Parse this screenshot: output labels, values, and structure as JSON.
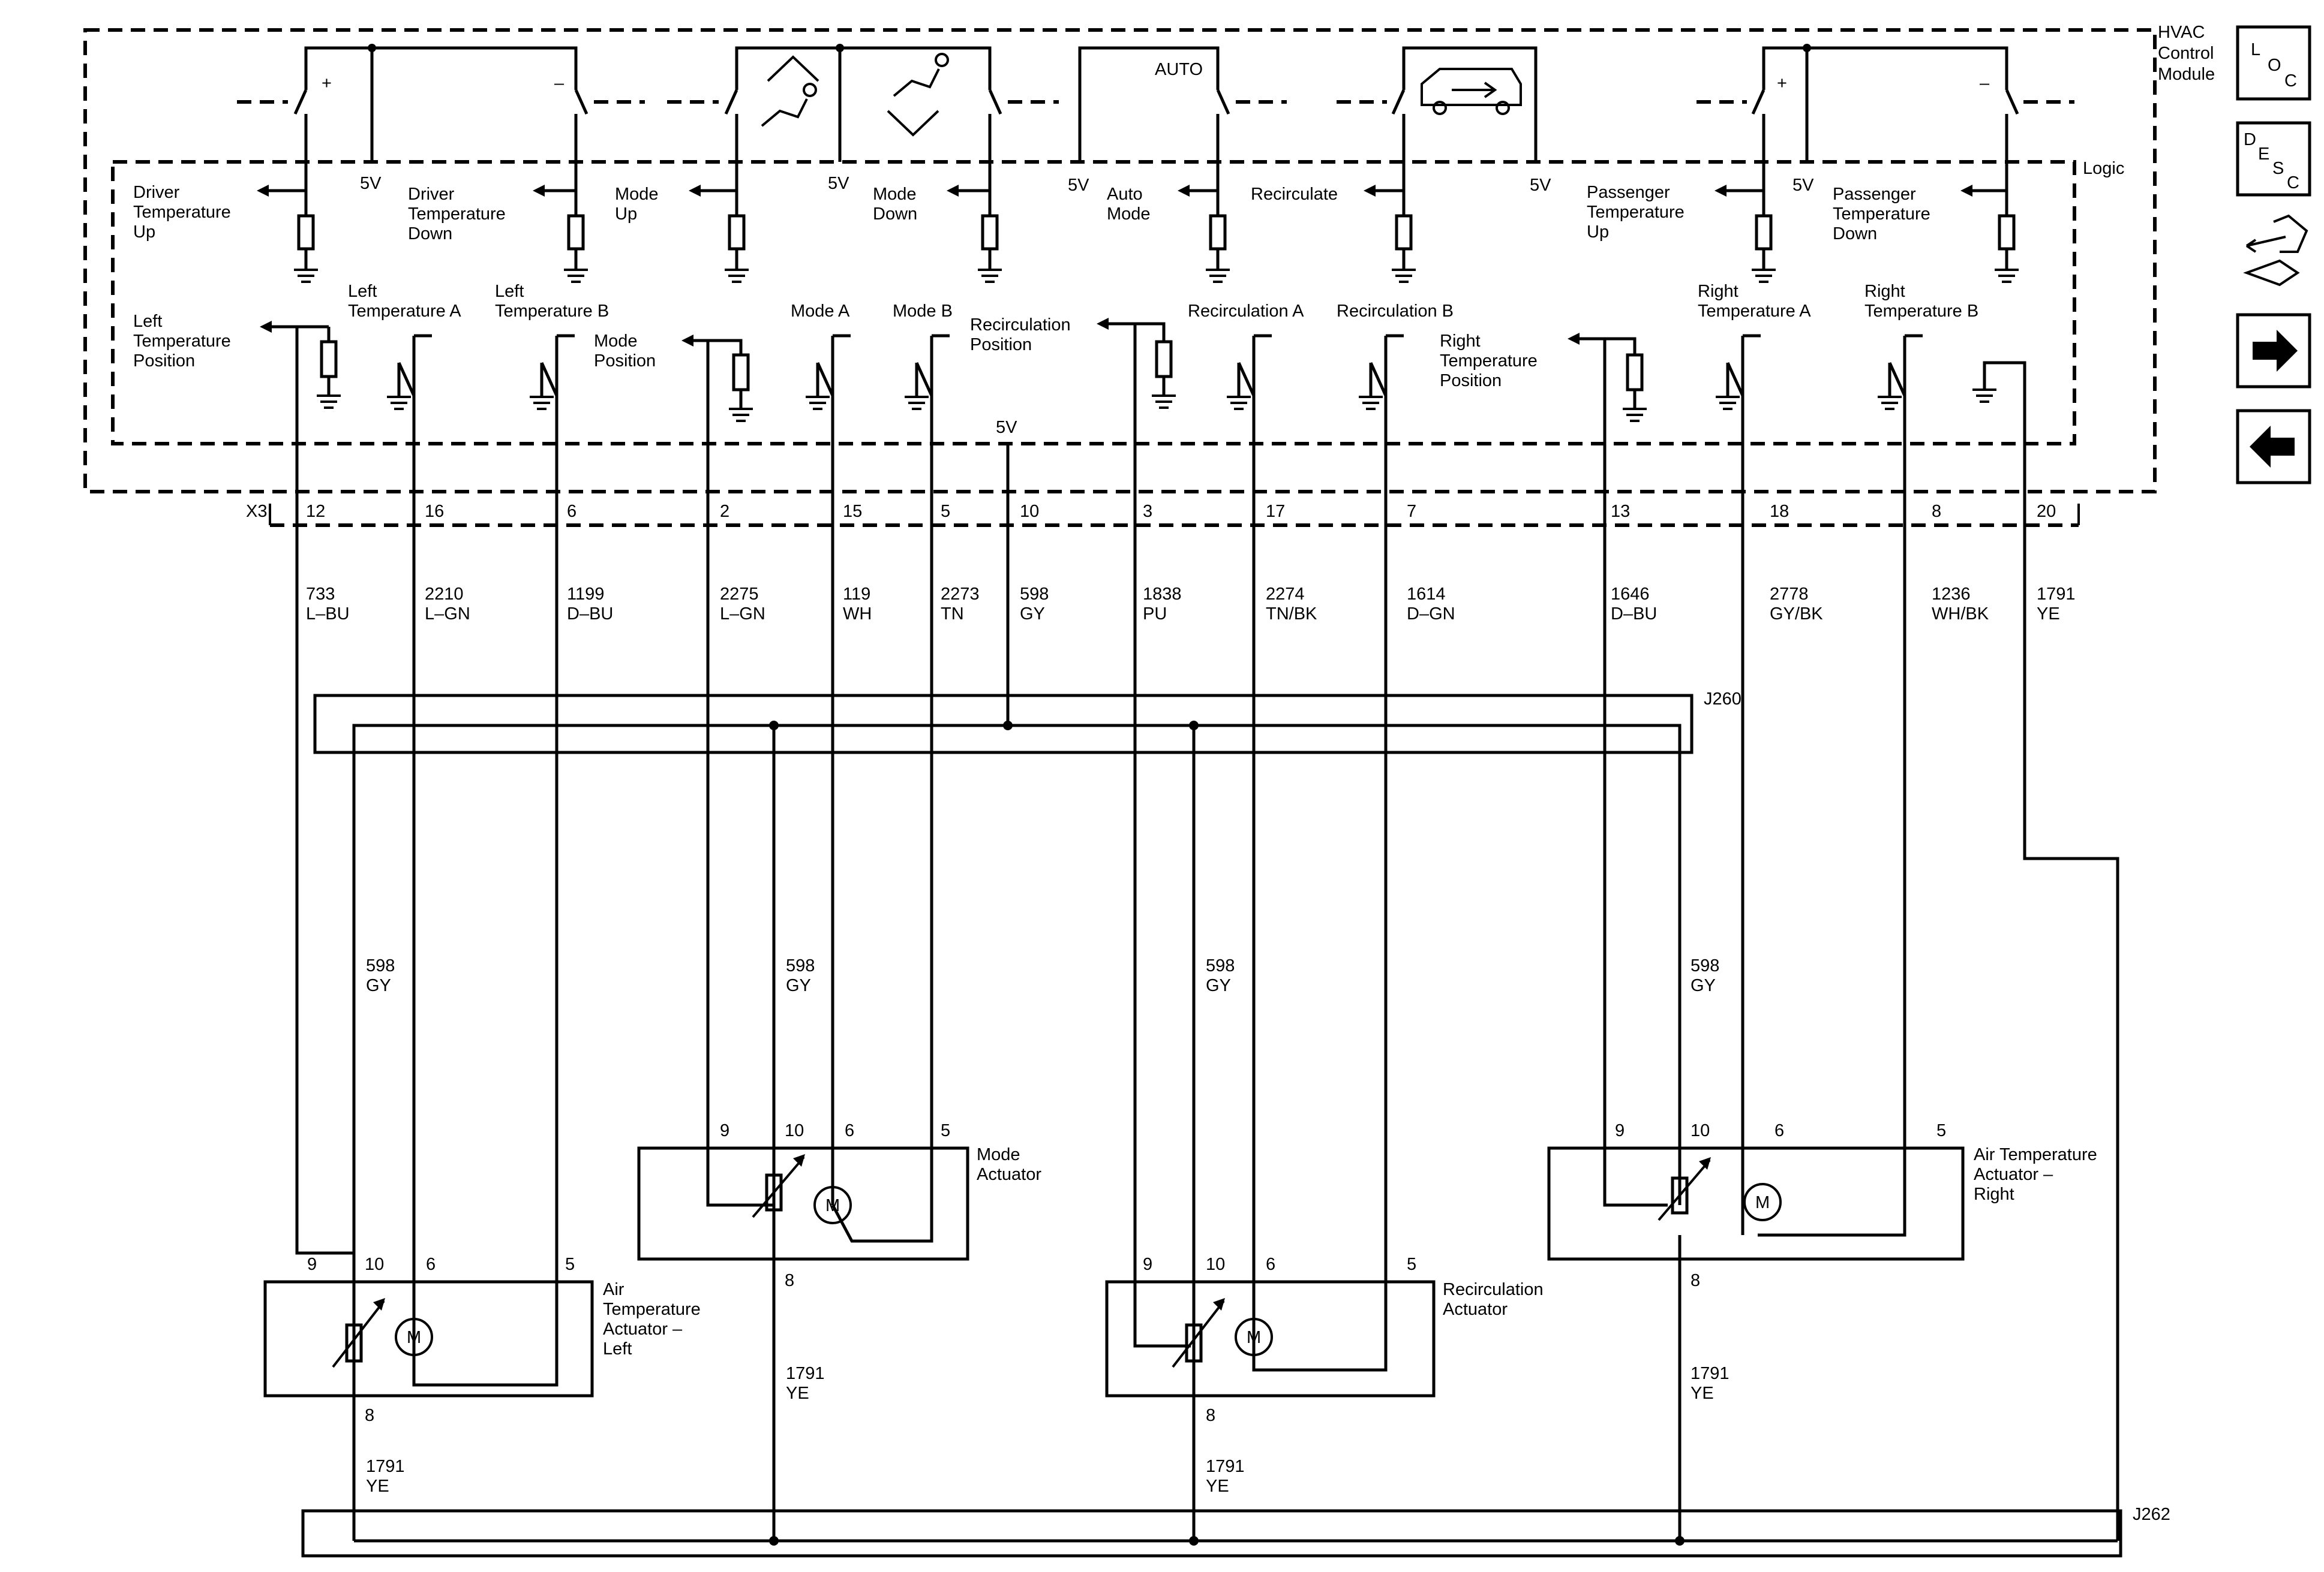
{
  "module": {
    "title": [
      "HVAC",
      "Control",
      "Module"
    ],
    "logic_label": "Logic",
    "connector": "X3",
    "buttons": {
      "plus": "+",
      "minus": "–",
      "auto": "AUTO",
      "five_v": "5V"
    },
    "outputs": [
      {
        "lines": [
          "Driver",
          "Temperature",
          "Up"
        ]
      },
      {
        "lines": [
          "Driver",
          "Temperature",
          "Down"
        ]
      },
      {
        "lines": [
          "Mode",
          "Up"
        ]
      },
      {
        "lines": [
          "Mode",
          "Down"
        ]
      },
      {
        "lines": [
          "Auto",
          "Mode"
        ]
      },
      {
        "lines": [
          "Recirculate"
        ]
      },
      {
        "lines": [
          "Passenger",
          "Temperature",
          "Up"
        ]
      },
      {
        "lines": [
          "Passenger",
          "Temperature",
          "Down"
        ]
      }
    ],
    "inputs": [
      {
        "lines": [
          "Left",
          "Temperature",
          "Position"
        ]
      },
      {
        "lines": [
          "Left",
          "Temperature A"
        ]
      },
      {
        "lines": [
          "Left",
          "Temperature B"
        ]
      },
      {
        "lines": [
          "Mode",
          "Position"
        ]
      },
      {
        "lines": [
          "Mode A"
        ]
      },
      {
        "lines": [
          "Mode B"
        ]
      },
      {
        "lines": [
          "Recirculation",
          "Position"
        ]
      },
      {
        "lines": [
          "Recirculation A"
        ]
      },
      {
        "lines": [
          "Recirculation B"
        ]
      },
      {
        "lines": [
          "Right",
          "Temperature",
          "Position"
        ]
      },
      {
        "lines": [
          "Right",
          "Temperature A"
        ]
      },
      {
        "lines": [
          "Right",
          "Temperature B"
        ]
      }
    ]
  },
  "pins": [
    {
      "pin": "12",
      "circuit": "733",
      "color": "L–BU"
    },
    {
      "pin": "16",
      "circuit": "2210",
      "color": "L–GN"
    },
    {
      "pin": "6",
      "circuit": "1199",
      "color": "D–BU"
    },
    {
      "pin": "2",
      "circuit": "2275",
      "color": "L–GN"
    },
    {
      "pin": "15",
      "circuit": "119",
      "color": "WH"
    },
    {
      "pin": "5",
      "circuit": "2273",
      "color": "TN"
    },
    {
      "pin": "10",
      "circuit": "598",
      "color": "GY"
    },
    {
      "pin": "3",
      "circuit": "1838",
      "color": "PU"
    },
    {
      "pin": "17",
      "circuit": "2274",
      "color": "TN/BK"
    },
    {
      "pin": "7",
      "circuit": "1614",
      "color": "D–GN"
    },
    {
      "pin": "13",
      "circuit": "1646",
      "color": "D–BU"
    },
    {
      "pin": "18",
      "circuit": "2778",
      "color": "GY/BK"
    },
    {
      "pin": "8",
      "circuit": "1236",
      "color": "WH/BK"
    },
    {
      "pin": "20",
      "circuit": "1791",
      "color": "YE"
    }
  ],
  "splices": {
    "top": "J260",
    "bottom": "J262"
  },
  "feed_wire": {
    "circuit": "598",
    "color": "GY"
  },
  "ground_wire": {
    "circuit": "1791",
    "color": "YE"
  },
  "actuator_pins": {
    "p9": "9",
    "p10": "10",
    "p6": "6",
    "p5": "5",
    "p8": "8"
  },
  "motor_label": "M",
  "actuators": [
    {
      "lines": [
        "Air",
        "Temperature",
        "Actuator –",
        "Left"
      ]
    },
    {
      "lines": [
        "Mode",
        "Actuator"
      ]
    },
    {
      "lines": [
        "Recirculation",
        "Actuator"
      ]
    },
    {
      "lines": [
        "Air Temperature",
        "Actuator –",
        "Right"
      ]
    }
  ],
  "side_icons": {
    "loc": {
      "l1": "L",
      "l2": "O",
      "l3": "C"
    },
    "desc": {
      "l1": "D",
      "l2": "E",
      "l3": "S",
      "l4": "C"
    },
    "icons": [
      "connector-end-view-icon",
      "forward-arrow-icon",
      "back-arrow-icon"
    ]
  }
}
